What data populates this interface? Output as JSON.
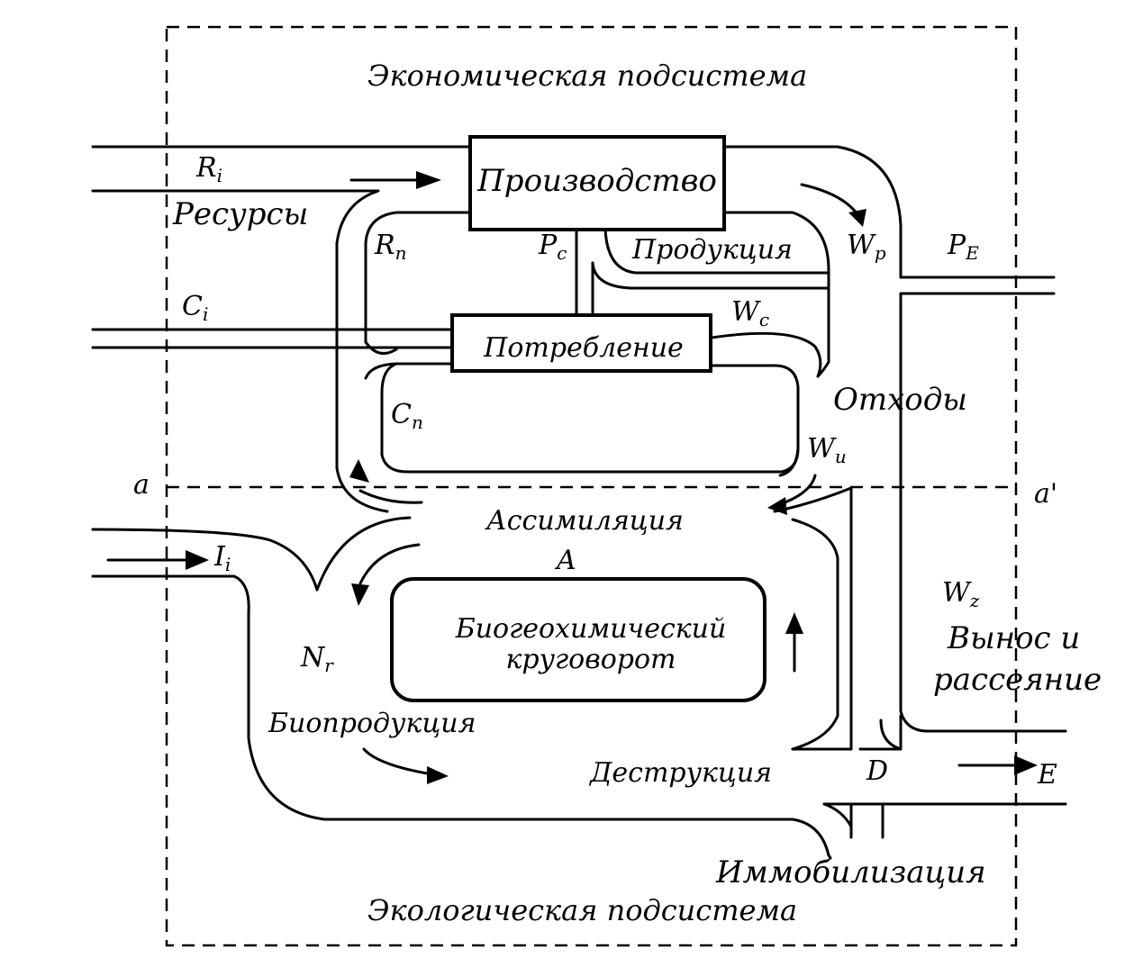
{
  "subsystems": {
    "economic": "Экономическая подсистема",
    "ecological": "Экологическая подсистема"
  },
  "blocks": {
    "production": "Производство",
    "consumption": "Потребление",
    "cycle_line1": "Биогеохимический",
    "cycle_line2": "круговорот"
  },
  "labels": {
    "resources": "Ресурсы",
    "product": "Продукция",
    "waste": "Отходы",
    "assimilation": "Ассимиляция",
    "bioproduction": "Биопродукция",
    "destruction": "Деструкция",
    "removal_line1": "Вынос и",
    "removal_line2": "рассеяние",
    "immobilization": "Иммобилизация"
  },
  "symbols": {
    "Ri": {
      "main": "R",
      "sub": "i"
    },
    "Rn": {
      "main": "R",
      "sub": "n"
    },
    "Pc": {
      "main": "P",
      "sub": "c"
    },
    "Wp": {
      "main": "W",
      "sub": "p"
    },
    "PE": {
      "main": "P",
      "sub": "E"
    },
    "Ci": {
      "main": "C",
      "sub": "i"
    },
    "Wc": {
      "main": "W",
      "sub": "c"
    },
    "Cn": {
      "main": "C",
      "sub": "n"
    },
    "Wu": {
      "main": "W",
      "sub": "u"
    },
    "Ii": {
      "main": "I",
      "sub": "i"
    },
    "Nr": {
      "main": "N",
      "sub": "r"
    },
    "Wz": {
      "main": "W",
      "sub": "z"
    },
    "A": "A",
    "D": "D",
    "E": "E",
    "a": "a",
    "a_prime": "a'"
  }
}
